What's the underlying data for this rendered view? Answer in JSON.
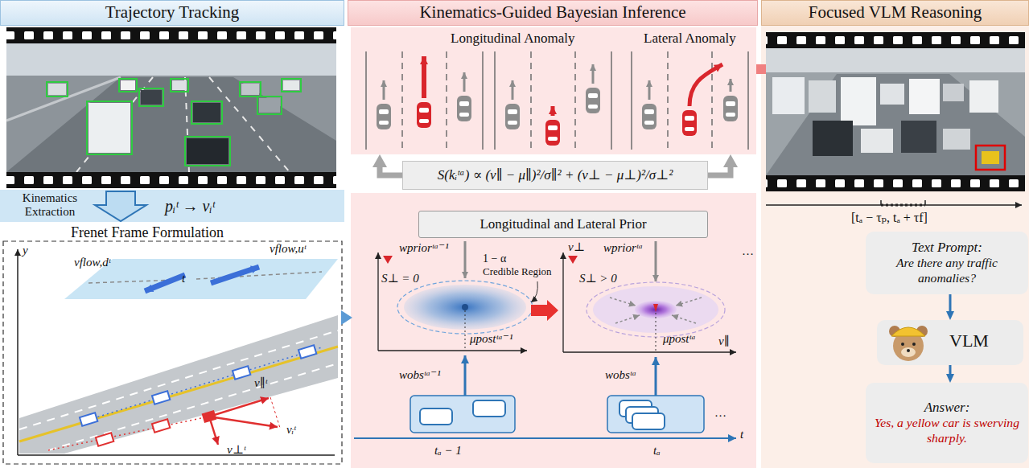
{
  "diagram": {
    "nodes": [
      {
        "text": [
          "Trajectory Tracking"
        ]
      },
      {
        "text": [
          "Kinematics Extraction",
          "pᵢᵗ → vᵢᵗ"
        ]
      },
      {
        "text": [
          "Frenet Frame Formulation"
        ]
      },
      {
        "text": [
          "Kinematics-Guided Bayesian Inference"
        ]
      },
      {
        "text": [
          "Longitudinal Anomaly",
          "Lateral Anomaly"
        ]
      },
      {
        "text": [
          "S(kᵢᵗᵃ) ∝ (v∥ − μ∥)²/σ∥² + (v⊥ − μ⊥)²/σ⊥²"
        ]
      },
      {
        "text": [
          "Longitudinal and Lateral Prior"
        ]
      },
      {
        "text": [
          "Focused VLM Reasoning"
        ]
      },
      {
        "text": [
          "Text Prompt:",
          "Are there any traffic anomalies?"
        ]
      },
      {
        "text": [
          "VLM"
        ]
      },
      {
        "text": [
          "Answer:",
          "Yes, a yellow car is swerving sharply."
        ]
      }
    ],
    "edges": [
      {
        "from": 5,
        "to": 4,
        "arrow": "to"
      },
      {
        "from": 5,
        "to": 4,
        "arrow": "to"
      },
      {
        "from": 8,
        "to": 9,
        "arrow": "to"
      },
      {
        "from": 9,
        "to": 10,
        "arrow": "to"
      }
    ],
    "labels": [
      "y",
      "vflow,dᵗ",
      "vflow,uᵗ",
      "t",
      "v∥ᵗ",
      "vᵢᵗ",
      "v⊥ᵗ",
      "wpriorᵗᵃ⁻¹",
      "v⊥",
      "wpriorᵗᵃ",
      "…",
      "1 − α",
      "Credible Region",
      "S⊥ = 0",
      "S⊥ > 0",
      "μpostᵗᵃ⁻¹",
      "μpostᵗᵃ",
      "v∥",
      "wobsᵗᵃ⁻¹",
      "wobsᵗᵃ",
      "…",
      "t",
      "tₐ − 1",
      "tₐ",
      "[tₐ − τₚ, tₐ + τf]"
    ]
  }
}
